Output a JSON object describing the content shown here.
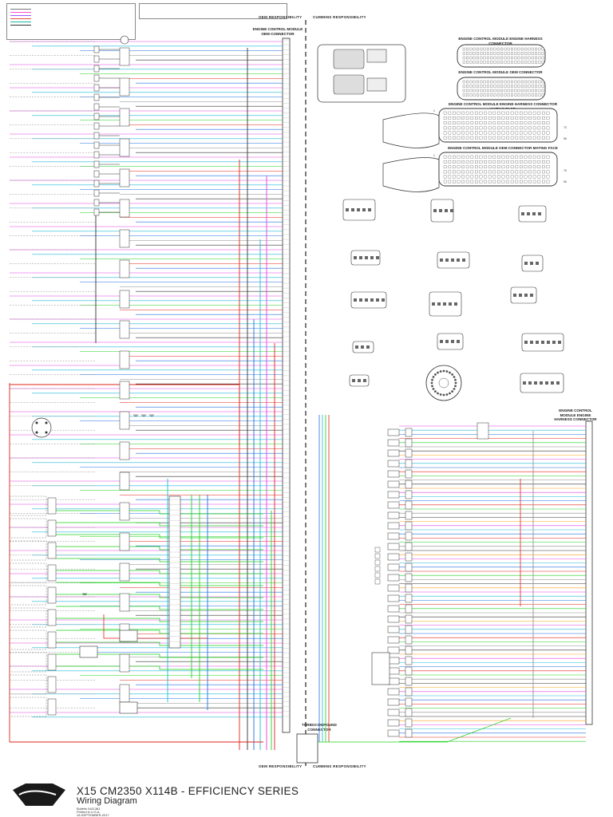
{
  "legend": {
    "rows": [
      {
        "label": "",
        "color": "#7a7a7a"
      },
      {
        "label": "",
        "color": "#ff4fd0"
      },
      {
        "label": "",
        "color": "#9b59ff"
      },
      {
        "label": "",
        "color": "#e74c3c"
      },
      {
        "label": "",
        "color": "#1abc9c"
      },
      {
        "label": "",
        "color": "#333333"
      }
    ]
  },
  "header": {
    "oem_responsibility": "OEM RESPONSIBILITY",
    "cummins_responsibility": "CUMMINS RESPONSIBILITY"
  },
  "connectors": {
    "ecm_oem": "ENGINE CONTROL MODULE OEM CONNECTOR",
    "ecm_engine_harness": "ENGINE CONTROL MODULE ENGINE HARNESS CONNECTOR",
    "ecm_oem_2": "ENGINE CONTROL MODULE OEM CONNECTOR",
    "ecm_engine_harness_mating": "ENGINE CONTROL MODULE ENGINE HARNESS CONNECTOR MATING FACE",
    "ecm_oem_mating": "ENGINE CONTROL MODULE OEM CONNECTOR MATING FACE",
    "ecm_engine_harness_right": "ENGINE CONTROL MODULE ENGINE HARNESS CONNECTOR",
    "turbo_connector": "TURBOCOMPOUND CONNECTOR"
  },
  "pin_numbers": {
    "a1": "1",
    "a2": "25",
    "a3": "73",
    "a4": "96",
    "b1": "1",
    "b2": "27",
    "b3": "75",
    "b4": "96"
  },
  "footer": {
    "title": "X15 CM2350 X114B - EFFICIENCY SERIES",
    "subtitle": "Wiring Diagram",
    "line1": "Bulletin 5411381",
    "line2": "Printed in U.S.A.",
    "line3": "15-SEPTEMBER-2017"
  },
  "colors": {
    "red": "#e2231a",
    "green": "#1fd11f",
    "blue": "#1f6fe0",
    "cyan": "#20b8d8",
    "magenta": "#e040e0",
    "gray": "#8a8a8a",
    "dark": "#333333",
    "orange": "#ff9f1a"
  }
}
